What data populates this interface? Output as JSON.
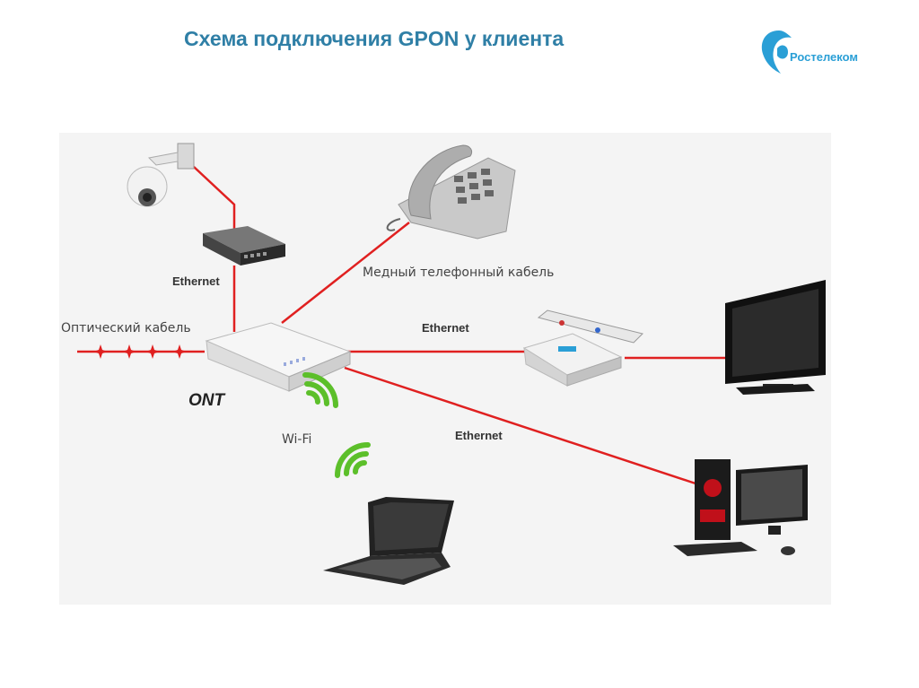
{
  "title": "Схема подключения GPON у клиента",
  "logo": {
    "text": "Ростелеком",
    "icon": "rostelecom-logo-icon"
  },
  "labels": {
    "ethernet_switch": "Ethernet",
    "copper_cable": "Медный телефонный кабель",
    "optical_cable": "Оптический кабель",
    "ethernet_tv": "Ethernet",
    "ont": "ONT",
    "wifi": "Wi-Fi",
    "ethernet_pc": "Ethernet"
  },
  "devices": [
    "camera-icon",
    "switch-icon",
    "phone-icon",
    "ont-router-icon",
    "wifi-signal-icon",
    "laptop-icon",
    "set-top-box-icon",
    "remote-control-icon",
    "tv-icon",
    "desktop-pc-icon"
  ],
  "colors": {
    "cable": "#e02020",
    "title": "#2f7fa6",
    "brand": "#2a9fd6",
    "wifi": "#5cbf2a"
  }
}
